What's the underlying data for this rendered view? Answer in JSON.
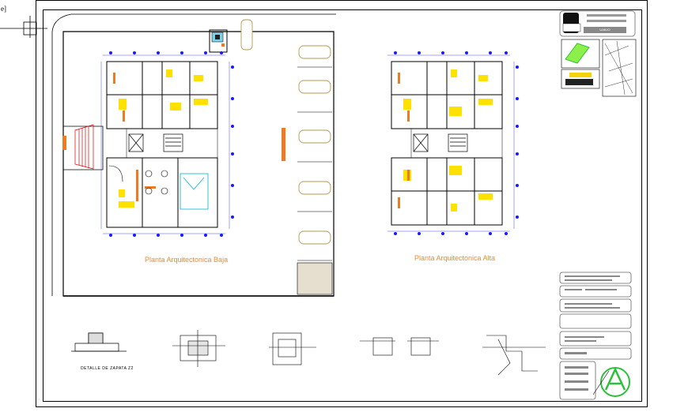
{
  "corner": {
    "label": "e]"
  },
  "plans": {
    "lower_title": "Planta Arquitectonica Baja",
    "upper_title": "Planta Arquitectonica Alta"
  },
  "details": {
    "footing_label": "DETALLE DE ZAPATA Z2"
  },
  "colors": {
    "linework": "#000000",
    "annotation_orange": "#f07a22",
    "furniture_yellow": "#ffe100",
    "axis_blue": "#1a1aff",
    "fixture_cyan": "#00b4d8",
    "vehicle_tan": "#b39b50",
    "logo_green": "#2fbf3c"
  },
  "title_block": {
    "logo_caption": "UABJO"
  }
}
